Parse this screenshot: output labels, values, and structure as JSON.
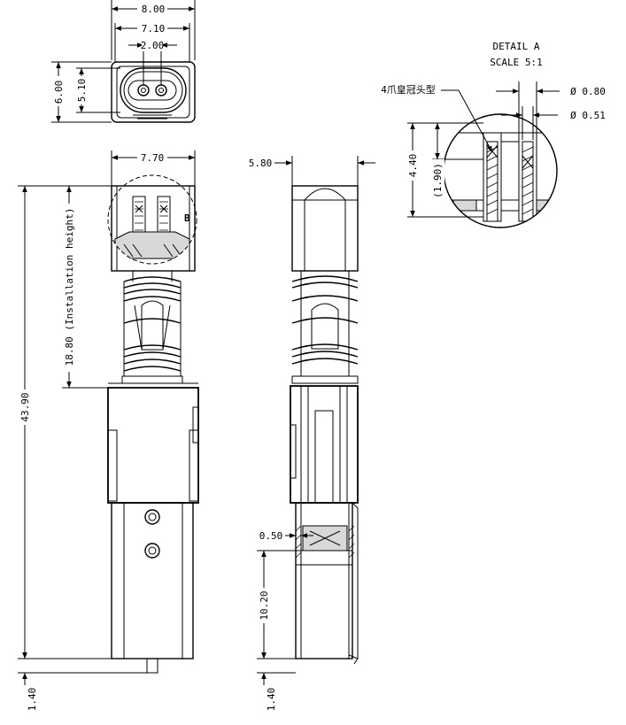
{
  "dimensions": {
    "top_width_outer": "8.00",
    "top_width_inner": "7.10",
    "top_pin_pitch": "2.00",
    "top_height_outer": "6.00",
    "top_height_inner": "5.10",
    "front_head_width": "7.70",
    "total_length": "43.90",
    "installation_height": "18.80 (Installation height)",
    "bottom_offset_front": "1.40",
    "side_width": "5.80",
    "side_wall": "0.50",
    "side_lower_length": "10.20",
    "bottom_offset_side": "1.40",
    "detail_outer_diameter": "Ø 0.80",
    "detail_inner_diameter": "Ø 0.51",
    "detail_height": "4.40",
    "detail_ref_height": "(1.90)"
  },
  "detail": {
    "title": "DETAIL A",
    "scale": "SCALE 5:1",
    "callout": "4爪皇冠头型",
    "marker": "B"
  }
}
